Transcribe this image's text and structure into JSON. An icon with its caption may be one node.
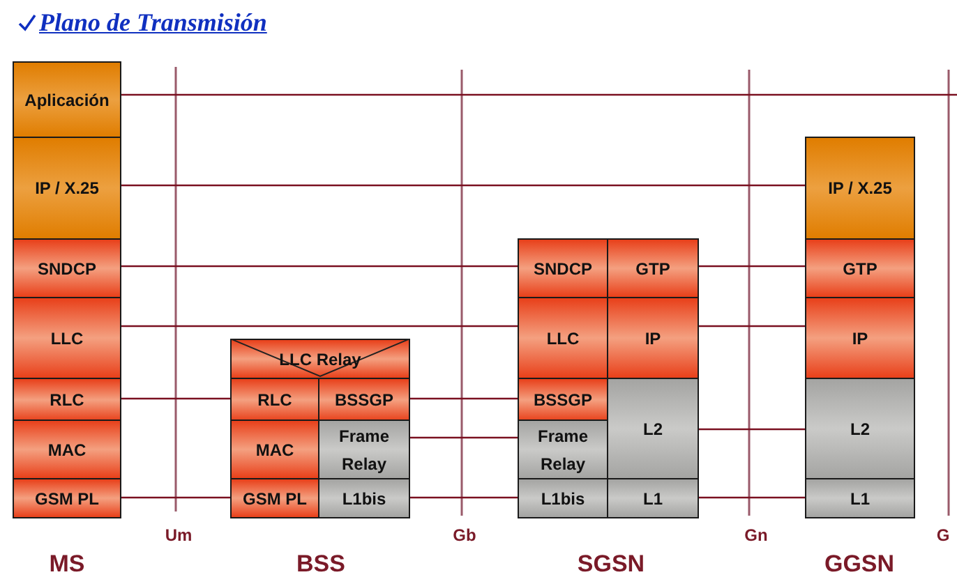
{
  "diagram": {
    "title": "Plano de Transmisión",
    "nodes": [
      {
        "text": [
          "Aplicación"
        ]
      },
      {
        "text": [
          "IP / X.25"
        ]
      },
      {
        "text": [
          "SNDCP"
        ]
      },
      {
        "text": [
          "LLC"
        ]
      },
      {
        "text": [
          "RLC"
        ]
      },
      {
        "text": [
          "MAC"
        ]
      },
      {
        "text": [
          "GSM PL"
        ]
      },
      {
        "text": [
          "LLC Relay"
        ]
      },
      {
        "text": [
          "RLC"
        ]
      },
      {
        "text": [
          "BSSGP"
        ]
      },
      {
        "text": [
          "MAC"
        ]
      },
      {
        "text": [
          "Frame Relay"
        ]
      },
      {
        "text": [
          "GSM PL"
        ]
      },
      {
        "text": [
          "L1bis"
        ]
      },
      {
        "text": [
          "SNDCP"
        ]
      },
      {
        "text": [
          "GTP"
        ]
      },
      {
        "text": [
          "LLC"
        ]
      },
      {
        "text": [
          "IP"
        ]
      },
      {
        "text": [
          "BSSGP"
        ]
      },
      {
        "text": [
          "L2"
        ]
      },
      {
        "text": [
          "Frame Relay"
        ]
      },
      {
        "text": [
          "L1bis"
        ]
      },
      {
        "text": [
          "L1"
        ]
      },
      {
        "text": [
          "IP / X.25"
        ]
      },
      {
        "text": [
          "GTP"
        ]
      },
      {
        "text": [
          "IP"
        ]
      },
      {
        "text": [
          "L2"
        ]
      },
      {
        "text": [
          "L1"
        ]
      }
    ],
    "edges": [
      {
        "from": 0,
        "to": null,
        "arrow": "none"
      },
      {
        "from": 1,
        "to": 23,
        "arrow": "none"
      },
      {
        "from": 2,
        "to": 14,
        "arrow": "none"
      },
      {
        "from": 15,
        "to": 24,
        "arrow": "none"
      },
      {
        "from": 3,
        "to": 16,
        "arrow": "none"
      },
      {
        "from": 17,
        "to": 25,
        "arrow": "none"
      },
      {
        "from": 4,
        "to": 8,
        "arrow": "none"
      },
      {
        "from": 9,
        "to": 18,
        "arrow": "none"
      },
      {
        "from": 11,
        "to": 20,
        "arrow": "none"
      },
      {
        "from": 19,
        "to": 26,
        "arrow": "none"
      },
      {
        "from": 6,
        "to": 12,
        "arrow": "none"
      },
      {
        "from": 13,
        "to": 21,
        "arrow": "none"
      },
      {
        "from": 22,
        "to": 27,
        "arrow": "none"
      }
    ],
    "labels": [
      "Um",
      "Gb",
      "Gn",
      "G",
      "MS",
      "BSS",
      "SGSN",
      "GGSN"
    ]
  }
}
